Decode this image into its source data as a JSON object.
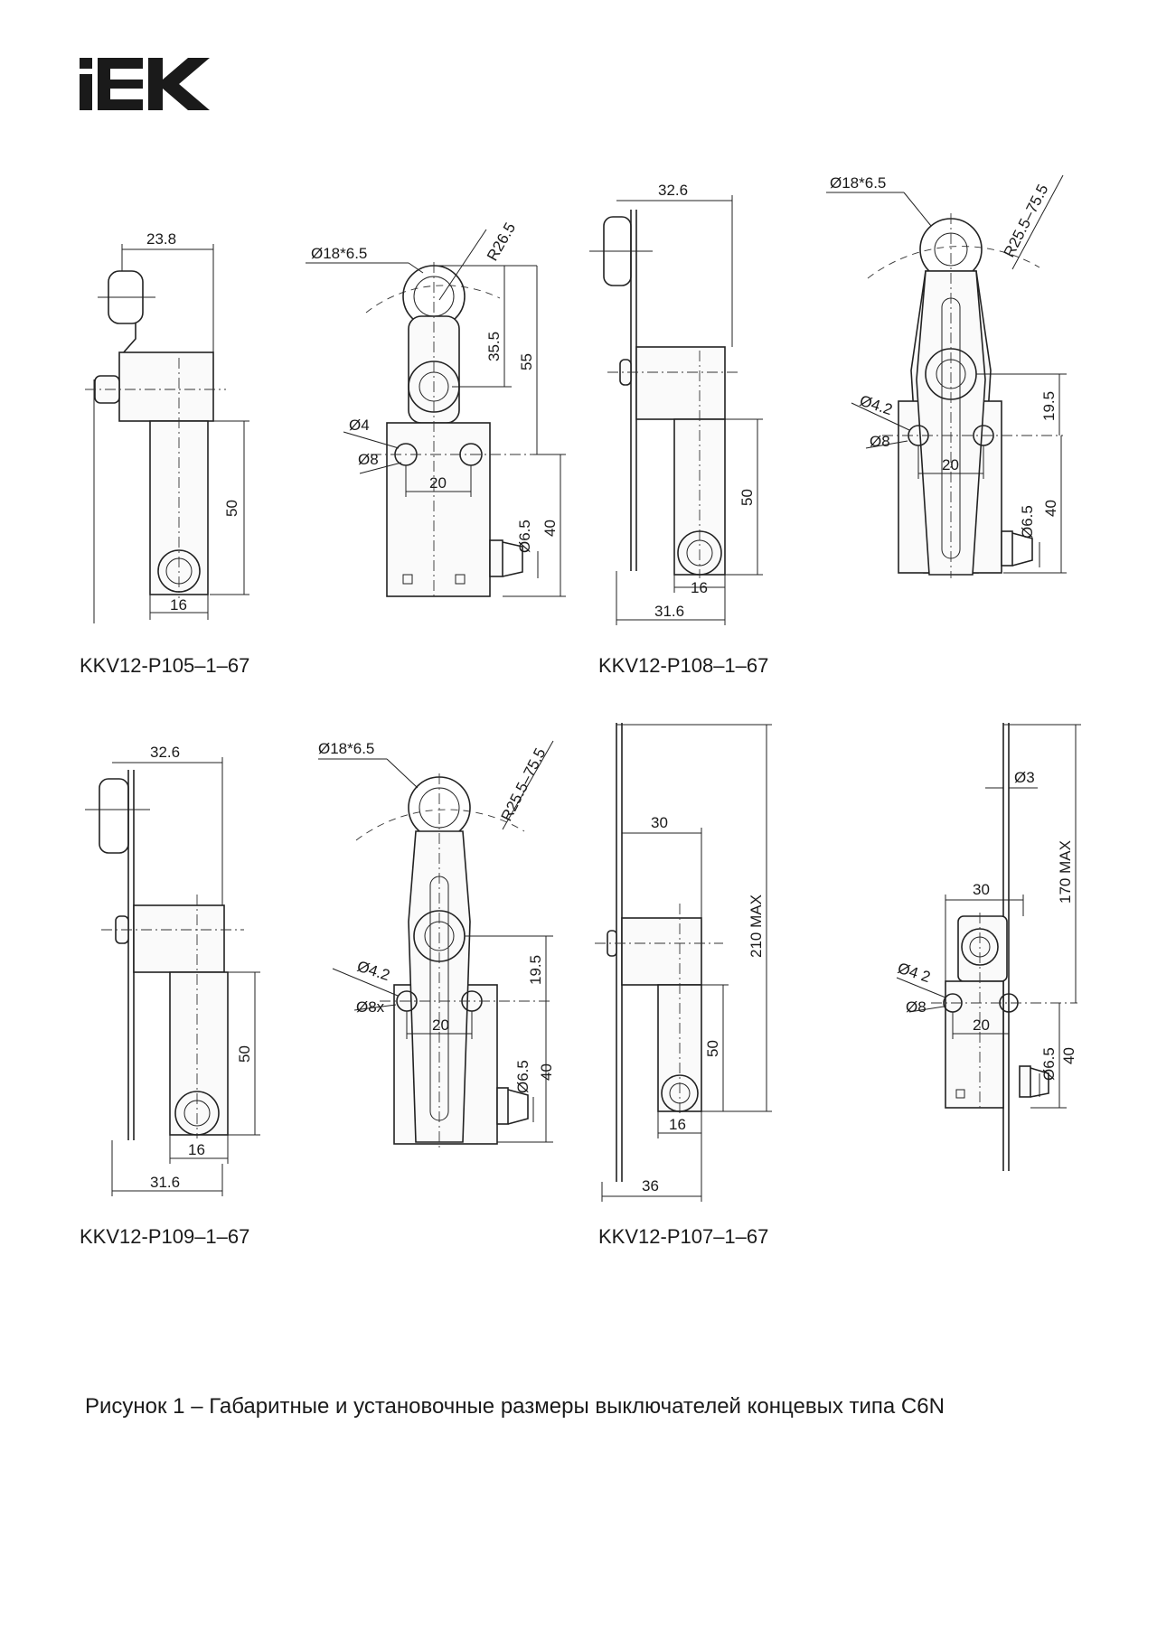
{
  "logo": {
    "text": "IEK",
    "color": "#1a1a1a"
  },
  "models": [
    {
      "id": "p105",
      "label": "KKV12-P105–1–67"
    },
    {
      "id": "p108",
      "label": "KKV12-P108–1–67"
    },
    {
      "id": "p109",
      "label": "KKV12-P109–1–67"
    },
    {
      "id": "p107",
      "label": "KKV12-P107–1–67"
    }
  ],
  "dimensions": {
    "p105_side": {
      "top_width": "23.8",
      "height": "50",
      "bottom_width": "16"
    },
    "p105_front": {
      "roller": "Ø18*6.5",
      "radius": "R26.5",
      "h1": "35.5",
      "h2": "55",
      "hole_small": "Ø4",
      "hole_large": "Ø8",
      "spacing": "20",
      "gland": "Ø6.5",
      "body_h": "40"
    },
    "p108_side": {
      "top_width": "32.6",
      "height": "50",
      "inner_width": "16",
      "bottom_width": "31.6"
    },
    "p108_front": {
      "roller": "Ø18*6.5",
      "radius": "R25.5–75.5",
      "h1": "19.5",
      "hole_small": "Ø4.2",
      "hole_large": "Ø8",
      "spacing": "20",
      "gland": "Ø6.5",
      "body_h": "40"
    },
    "p109_side": {
      "top_width": "32.6",
      "height": "50",
      "inner_width": "16",
      "bottom_width": "31.6"
    },
    "p109_front": {
      "roller": "Ø18*6.5",
      "radius": "R25.5–75.5",
      "h1": "19.5",
      "hole_small": "Ø4.2",
      "hole_large": "Ø8x",
      "spacing": "20",
      "gland": "Ø6.5",
      "body_h": "40"
    },
    "p107_side": {
      "top_width": "30",
      "max_h": "210 MAX",
      "height": "50",
      "inner_width": "16",
      "bottom_width": "36"
    },
    "p107_front": {
      "rod": "Ø3",
      "max_h": "170 MAX",
      "width": "30",
      "hole_small": "Ø4 2",
      "hole_large": "Ø8",
      "spacing": "20",
      "gland": "Ø6.5",
      "body_h": "40"
    }
  },
  "caption": "Рисунок 1 – Габаритные и установочные размеры выключателей концевых типа C6N"
}
